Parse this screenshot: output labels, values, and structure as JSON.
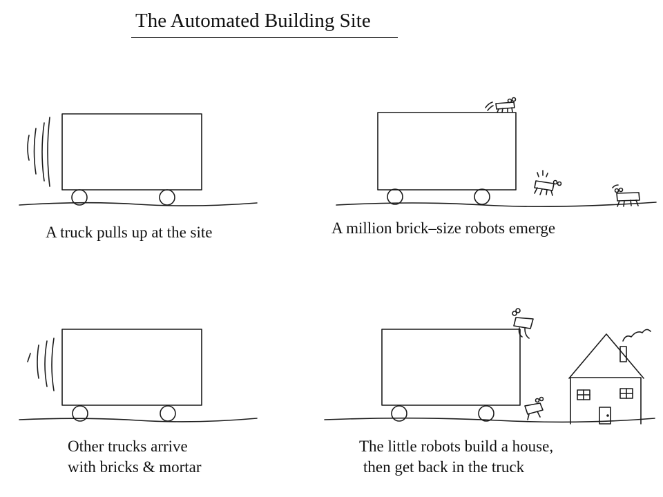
{
  "title": "The Automated Building Site",
  "panels": [
    {
      "caption_lines": [
        "A truck pulls up at the site"
      ]
    },
    {
      "caption_lines": [
        "A million brick–size robots emerge"
      ]
    },
    {
      "caption_lines": [
        "Other trucks arrive",
        "with bricks & mortar"
      ]
    },
    {
      "caption_lines": [
        "The little robots build a house,",
        "then get back in the truck"
      ]
    }
  ],
  "colors": {
    "ink": "#1a1a1a",
    "paper": "#ffffff"
  }
}
